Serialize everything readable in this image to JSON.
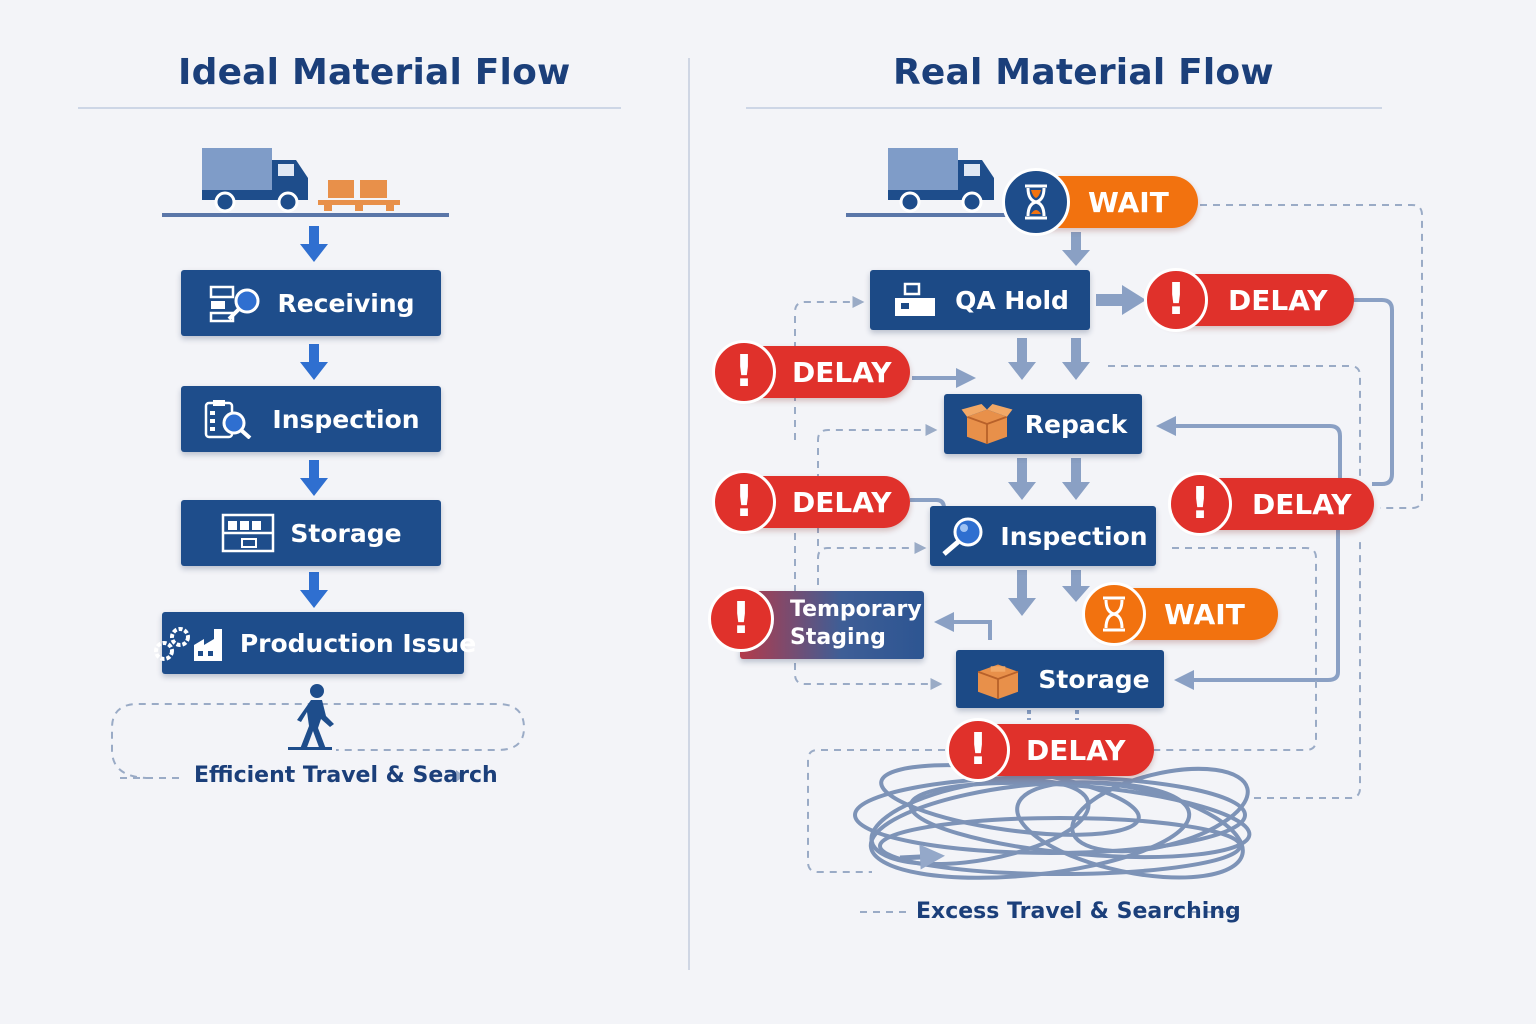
{
  "left": {
    "title": "Ideal Material Flow",
    "steps": [
      {
        "label": "Receiving",
        "icon": "receiving-scan-icon"
      },
      {
        "label": "Inspection",
        "icon": "clipboard-magnifier-icon"
      },
      {
        "label": "Storage",
        "icon": "shelving-rack-icon"
      },
      {
        "label": "Production Issue",
        "icon": "gears-factory-icon"
      }
    ],
    "footer": "Efficient Travel & Search"
  },
  "right": {
    "title": "Real Material Flow",
    "nodes": {
      "qa_hold": "QA Hold",
      "repack": "Repack",
      "inspection": "Inspection",
      "temporary_staging_line1": "Temporary",
      "temporary_staging_line2": "Staging",
      "storage": "Storage"
    },
    "badges": {
      "wait_top": "WAIT",
      "delay_qa": "DELAY",
      "delay_left_1": "DELAY",
      "delay_left_2": "DELAY",
      "delay_right": "DELAY",
      "wait_mid": "WAIT",
      "delay_bottom": "DELAY"
    },
    "footer": "Excess Travel & Searching"
  },
  "colors": {
    "navy": "#1e4d8b",
    "title": "#1b3f7a",
    "delay_red": "#e0312b",
    "wait_orange": "#f2720f",
    "arrow_blue": "#2f6fd0",
    "arrow_gray": "#7f97bc",
    "dashed": "#9aabc6",
    "background": "#f3f4f8"
  }
}
